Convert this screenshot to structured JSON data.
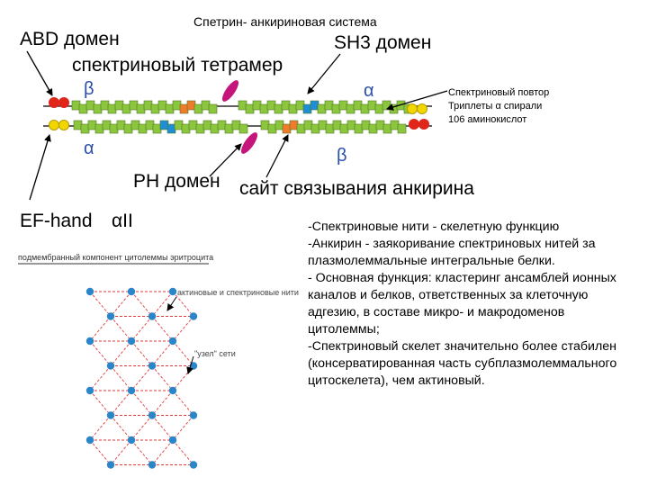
{
  "title": "Спетрин- анкириновая система",
  "labels": {
    "abd": "ABD домен",
    "sh3": "SH3 домен",
    "tetramer": "спектриновый тетрамер",
    "beta_top": "β",
    "alpha_top": "α",
    "alpha_bottom": "α",
    "beta_bottom": "β",
    "ph": "PH домен",
    "ankyrin_site": "сайт связывания анкирина",
    "ef_hand": "EF-hand",
    "alpha_ii": "αII"
  },
  "repeat_note": [
    "Спектриновый повтор",
    "Триплеты α спирали",
    "106 аминокислот"
  ],
  "functions": [
    "-Спектриновые нити - скелетную функцию",
    "-Анкирин - заякоривание спектриновых нитей за плазмолеммальные интегральные белки.",
    "- Основная функция: кластеринг ансамблей ионных каналов и белков, ответственных за клеточную адгезию, в составе микро- и макродоменов цитолеммы;",
    "-Спектриновый скелет значительно более стабилен (консерватированная часть субплазмолеммального цитоскелета), чем актиновый."
  ],
  "mesh": {
    "caption": "подмембранный компонент цитолеммы эритроцита",
    "label_filaments": "актиновые и спектриновые нити",
    "label_node": "\"узел\" сети"
  },
  "colors": {
    "repeat_fill": "#8cc63f",
    "repeat_stroke": "#4d7a1e",
    "abd_red": "#e0261b",
    "ef_yellow": "#f2d600",
    "ph_blue": "#1f8ed6",
    "ankyrin_orange": "#f07b2c",
    "sh3_magenta": "#c4167a",
    "mesh_node": "#2b86c9",
    "mesh_line": "#e23a3a"
  }
}
